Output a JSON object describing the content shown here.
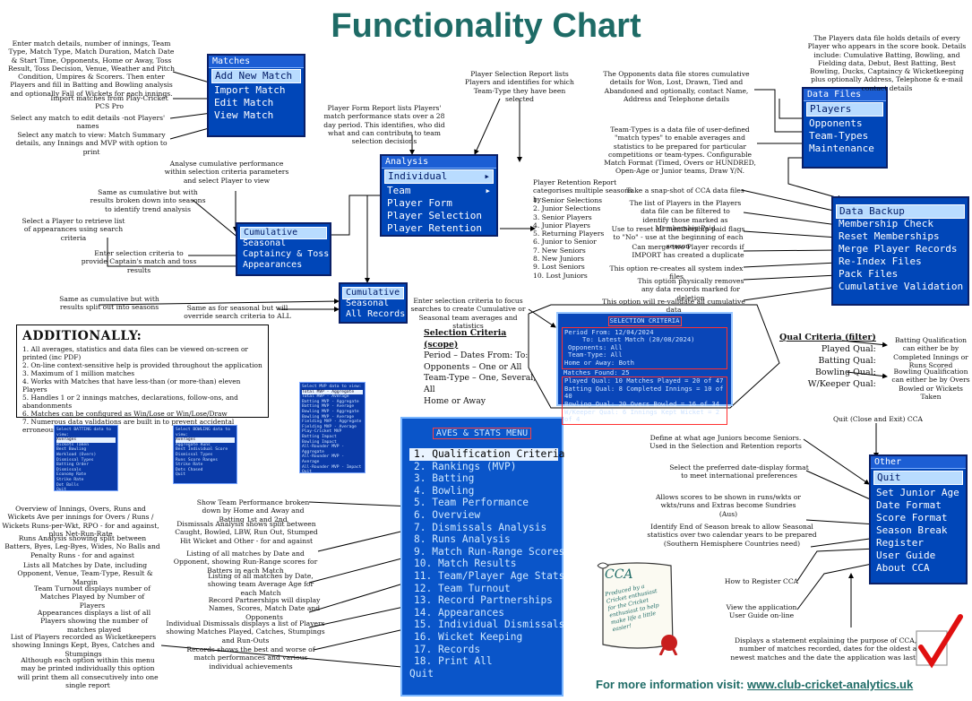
{
  "title": "Functionality Chart",
  "matches_menu": {
    "title": "Matches",
    "items": [
      "Add New Match",
      "Import Match",
      "Edit Match",
      "View Match"
    ]
  },
  "analysis_menu": {
    "title": "Analysis",
    "items": [
      "Individual",
      "Team",
      "Player Form",
      "Player Selection",
      "Player Retention"
    ]
  },
  "individual_submenu": {
    "items": [
      "Cumulative",
      "Seasonal",
      "Captaincy & Toss",
      "Appearances"
    ]
  },
  "team_submenu": {
    "items": [
      "Cumulative",
      "Seasonal",
      "All Records"
    ]
  },
  "data_files_menu": {
    "title": "Data Files",
    "items": [
      "Players",
      "Opponents",
      "Team-Types",
      "Maintenance"
    ]
  },
  "maintenance_menu": {
    "items": [
      "Data Backup",
      "Membership Check",
      "Reset Memberships",
      "Merge Player Records",
      "Re-Index Files",
      "Pack Files",
      "Cumulative Validation"
    ]
  },
  "other_menu": {
    "title": "Other",
    "items": [
      "Quit",
      "Set Junior Age",
      "Date Format",
      "Score Format",
      "Season Break",
      "Register",
      "User Guide",
      "About CCA"
    ]
  },
  "aves_menu": {
    "title": "AVES & STATS MENU",
    "items": [
      "1. Qualification Criteria",
      "2. Rankings (MVP)",
      "3. Batting",
      "4. Bowling",
      "5. Team Performance",
      "6. Overview",
      "7. Dismissals Analysis",
      "8. Runs Analysis",
      "9. Match Run-Range Scores",
      "10. Match Results",
      "11. Team/Player Age Stats",
      "12. Team Turnout",
      "13. Record Partnerships",
      "14. Appearances",
      "15. Individual Dismissals",
      "16. Wicket Keeping",
      "17. Records",
      "18. Print All",
      "Quit"
    ]
  },
  "selection_criteria": {
    "title": "SELECTION CRITERIA",
    "rows": [
      "Period From: 12/04/2024",
      "To: Latest Match (20/08/2024)",
      "Opponents: All",
      "Team-Type: All",
      "Home or Away: Both",
      "Matches Found: 25",
      "Played Qual: 10 Matches Played = 20 of 47",
      "Batting Qual: 8 Completed Innings = 10 of 40",
      "Bowling Qual: 20 Overs Bowled = 16 of 34",
      "W/Keeper Qual: 6 Innings Kept Wicket = 2 of 4"
    ]
  },
  "scope": {
    "heading": "Selection Criteria (scope)",
    "lines": [
      "Period – Dates From: To:",
      "Opponents – One or All",
      "Team-Type – One, Several, All",
      "Home or Away"
    ]
  },
  "qual": {
    "heading": "Qual Criteria (filter)",
    "lines": [
      "Played Qual:",
      "Batting Qual:",
      "Bowling Qual:",
      "W/Keeper Qual:"
    ]
  },
  "additionally": {
    "heading": "ADDITIONALLY:",
    "items": [
      "1.  All averages, statistics and data files can be viewed on-screen or printed (inc PDF)",
      "2.  On-line context-sensitive help is provided throughout the application",
      "3.  Maximum of 1 million matches",
      "4.  Works with Matches that have less-than (or more-than) eleven Players",
      "5.  Handles 1 or 2 innings matches, declarations, follow-ons, and abandonments",
      "6.  Matches can be configured as Win/Lose or Win/Lose/Draw",
      "7.  Numerous data validations are built in to prevent accidental erroneous entry"
    ]
  },
  "notes": {
    "add_match": "Enter match details, number of innings, Team Type, Match Type, Match Duration, Match Date & Start Time, Opponents, Home or Away, Toss Result, Toss Decision, Venue, Weather and Pitch Condition, Umpires & Scorers. Then enter Players and fill in Batting and Bowling analysis and optionally Fall of Wickets for each innings.",
    "import": "Import matches from Play-Cricket PCS Pro",
    "edit": "Select any match to edit details -not Players' names",
    "view": "Select any match to view: Match Summary details, any Innings and MVP with option to print",
    "cumulative": "Analyse cumulative performance within selection criteria parameters and select Player to view",
    "seasonal": "Same as cumulative but with results broken down into seasons to identify trend analysis",
    "appearances": "Select a Player to retrieve list of appearances using search criteria",
    "captaincy": "Enter selection criteria to provide Captain's match and toss results",
    "team_cumulative": "Same as cumulative but with results split out into seasons",
    "all_records": "Same as for seasonal but will override search criteria to ALL",
    "player_form": "Player Form Report lists Players' match performance stats over a 28 day period. This identifies, who did what and can contribute to team selection decisions",
    "player_selection": "Player Selection Report lists Players and identifies for which Team-Type they have been selected",
    "retention_intro": "Player Retention Report categorises multiple seasons by:",
    "retention_list": [
      "1.   Senior Selections",
      "2.   Junior Selections",
      "3.   Senior Players",
      "4.   Junior Players",
      "5.   Returning Players",
      "6.   Junior to Senior",
      "7.   New Seniors",
      "8.   New Juniors",
      "9.   Lost Seniors",
      "10. Lost Juniors"
    ],
    "players_file": "The Players data file holds details of every Player who appears in the score book. Details include: Cumulative Batting, Bowling, and Fielding data, Debut, Best Batting, Best Bowling, Ducks, Captaincy & Wicketkeeping plus optionally Address, Telephone & e-mail contact details",
    "opponents_file": "The Opponents data file stores cumulative details for Won, Lost, Drawn, Tied and Abandoned and optionally, contact Name, Address and Telephone details",
    "team_types": "Team-Types is a data file of user-defined \"match types\" to enable averages and statistics to be prepared for particular competitions or team-types. Configurable Match Format (Timed, Overs or HUNDRED, Open-Age or Junior teams, Draw Y/N.",
    "backup": "Take a snap-shot of CCA data files",
    "membership_check": "The list of Players in the Players data file can be filtered to identify those marked as Membership Paid",
    "reset": "Use to reset all membership paid flags to \"No\" - use at the beginning of each season",
    "merge": "Can merge two Player records if IMPORT has created a duplicate",
    "reindex": "This option re-creates all system index files",
    "pack": "This option physically removes any data records marked for deletion",
    "validation": "This option will re-validate all cumulative data",
    "scope_note": "Enter selection criteria to focus searches to create Cumulative or Seasonal team averages and statistics",
    "batting_qual": "Batting Qualification can either be by Completed Innings or Runs Scored",
    "bowling_qual": "Bowling Qualification can either be by Overs Bowled or Wickets Taken",
    "quit": "Quit (Close and Exit) CCA",
    "junior_age": "Define at what age Juniors become Seniors. Used in the Selection and Retention reports",
    "date_format": "Select the preferred date-display format to meet international preferences",
    "score_format": "Allows scores to be shown in runs/wkts or wkts/runs and Extras become Sundries (Aus)",
    "season_break": "Identify End of Season break to allow Seasonal statistics over two calendar years to be prepared (Southern Hemisphere Countries need)",
    "register": "How to Register CCA",
    "user_guide": "View the application User Guide on-line",
    "about": "Displays a statement explaining the purpose of CCA, the number of matches recorded, dates for the oldest and newest matches and the date the application was last used",
    "team_perf": "Show Team Performance broken down by Home and Away and Batting 1st and 2nd",
    "overview": "Overview of Innings, Overs, Runs and Wickets Ave per innings for Overs / Runs / Wickets Runs-per-Wkt, RPO - for and against, plus Net-Run-Rate",
    "dismissals": "Dismissals Analysis shows split between Caught, Bowled, LBW, Run Out, Stumped Hit Wicket and Other - for and against",
    "runs_analysis": "Runs Analysis showing split between Batters, Byes, Leg-Byes, Wides, No Balls and Penalty Runs - for and against",
    "run_range": "Listing of all matches by Date and Opponent, showing Run-Range scores for Batters in each Match",
    "results": "Lists all Matches by Date, including Opponent, Venue, Team-Type, Result & Margin",
    "age_stats": "Listing of all matches by Date, showing team Average Age for each Match",
    "turnout": "Team Turnout displays number of Matches Played by Number of Players",
    "partnerships": "Record Partnerships will display Names, Scores, Match Date and Opponents",
    "appear2": "Appearances displays a list of all Players showing the number of matches played",
    "ind_dismissals": "Individual Dismissals displays a list of Players showing Matches Played, Catches, Stumpings and Run-Outs",
    "wicket_keeping": "List of Players recorded as Wicketkeepers showing Innings Kept, Byes, Catches and Stumpings",
    "records": "Records shows the best and worse of match performances and various individual achievements",
    "print_all": "Although each option within this menu may be printed individually this option will print them all consecutively into one single report"
  },
  "mini_screens": {
    "mvp_title": "Select MVP data to view:",
    "mvp_items": [
      "Total MVP - Aggregate",
      "Total MVP - Average",
      "Batting MVP - Aggregate",
      "Batting MVP - Average",
      "Bowling MVP - Aggregate",
      "Bowling MVP - Average",
      "Fielding MVP - Aggregate",
      "Fielding MVP - Average",
      "Play-Cricket MVP",
      "Batting Impact",
      "Bowling Impact",
      "All-Rounder MVP - Aggregate",
      "All-Rounder MVP - Average",
      "All-Rounder MVP - Impact",
      "Quit"
    ],
    "batting_title": "Select BATTING data to view:",
    "batting_items": [
      "Averages",
      "Wickets Taken",
      "Best Bowling",
      "Workload (Overs)",
      "Dismissal Types",
      "Batting Order Dismissals",
      "Economy Rate",
      "Strike Rate",
      "Dot Balls",
      "Quit"
    ],
    "bowling_title": "Select BOWLING data to view:",
    "bowling_items": [
      "Averages",
      "Aggregate Runs",
      "Best Individual Score",
      "Dismissal Types",
      "Runs Score Ranges",
      "Strike Rate",
      "Dots Chased",
      "Quit"
    ]
  },
  "stamp": {
    "heading": "CCA",
    "text": "Produced by a Cricket enthusiast for the Cricket enthusiast to help make life a little easier!"
  },
  "footer": {
    "label": "For more information visit:",
    "link": "www.club-cricket-analytics.uk"
  },
  "colors": {
    "menu_bg": "#0046b8",
    "title": "#1e6b66",
    "checkmark": "#e01010"
  }
}
